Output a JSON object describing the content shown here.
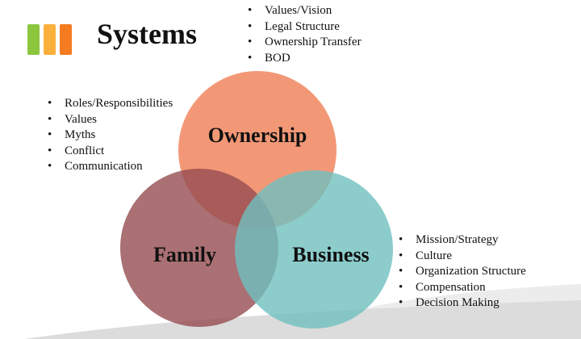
{
  "title": "Systems",
  "logo": {
    "bar_colors": [
      "#8cc63f",
      "#fbb03b",
      "#f47b20"
    ]
  },
  "circles": [
    {
      "id": "ownership",
      "label": "Ownership",
      "color": "#f07e55",
      "items": [
        "Values/Vision",
        "Legal Structure",
        "Ownership Transfer",
        "BOD"
      ]
    },
    {
      "id": "family",
      "label": "Family",
      "color": "#954c51",
      "items": [
        "Roles/Responsibilities",
        "Values",
        "Myths",
        "Conflict",
        "Communication"
      ]
    },
    {
      "id": "business",
      "label": "Business",
      "color": "#6fc1bf",
      "items": [
        "Mission/Strategy",
        "Culture",
        "Organization Structure",
        "Compensation",
        "Decision Making"
      ]
    }
  ]
}
